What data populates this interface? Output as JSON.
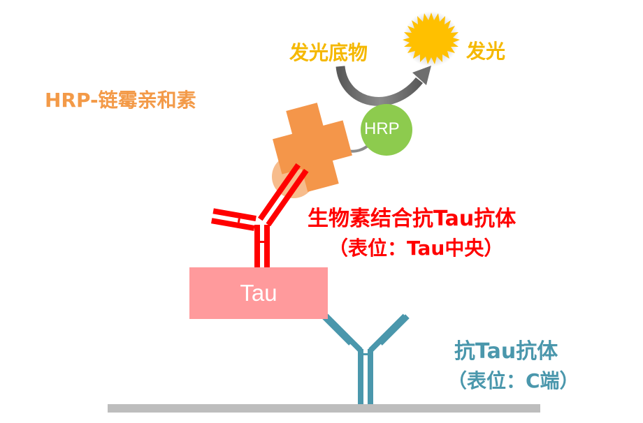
{
  "colors": {
    "orange_label": "#f39a48",
    "streptavidin": "#f4964a",
    "biotin": "#f7bc8c",
    "hrp_green": "#8dcb4e",
    "yellow_text": "#f5b800",
    "sun": "#ffc000",
    "red_antibody": "#ff0000",
    "tau_box": "#ff9a9c",
    "teal_antibody": "#4a97ac",
    "base": "#bdbdbd",
    "arrow_gray": "#6e6e6e"
  },
  "labels": {
    "substrate": "发光底物",
    "luminescence": "发光",
    "hrp_streptavidin": "HRP-链霉亲和素",
    "hrp_node": "HRP",
    "biotin_antibody_line1": "生物素结合抗Tau抗体",
    "biotin_antibody_line2": "（表位：Tau中央）",
    "tau": "Tau",
    "capture_antibody_line1": "抗Tau抗体",
    "capture_antibody_line2": "（表位：C端）"
  }
}
